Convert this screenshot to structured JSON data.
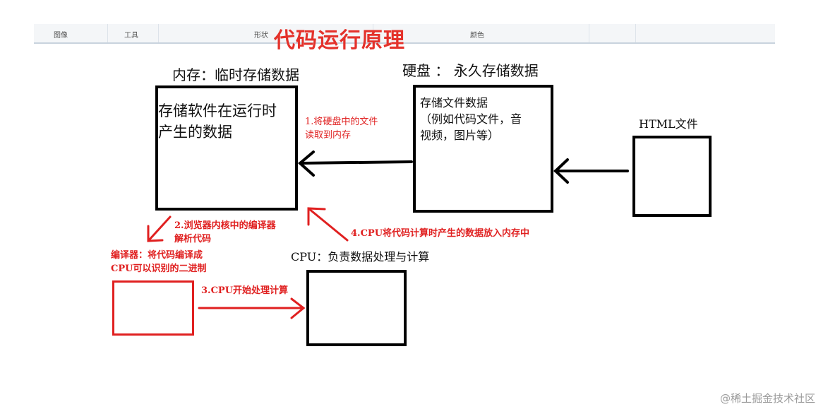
{
  "toolbar": {
    "items": [
      "图像",
      "工具",
      "形状",
      "颜色"
    ]
  },
  "title": "代码运行原理",
  "memory": {
    "label": "内存：临时存储数据",
    "content": "存储软件在运行时\n产生的数据"
  },
  "disk": {
    "label": "硬盘 ： 永久存储数据",
    "content": "存储文件数据\n（例如代码文件，音\n视频，图片等）"
  },
  "html_file": {
    "label": "HTML文件"
  },
  "cpu": {
    "label": "CPU：负责数据处理与计算"
  },
  "compiler": {
    "label": "编译器：将代码编译成\nCPU可以识别的二进制"
  },
  "steps": {
    "step1": "1.将硬盘中的文件\n读取到内存",
    "step2": "2.浏览器内核中的编译器\n解析代码",
    "step3": "3.CPU开始处理计算",
    "step4": "4.CPU将代码计算时产生的数据放入内存中"
  },
  "watermark": "@稀土掘金技术社区",
  "colors": {
    "accent_red": "#e02020",
    "title_red": "#e4322b",
    "border": "#000000"
  }
}
